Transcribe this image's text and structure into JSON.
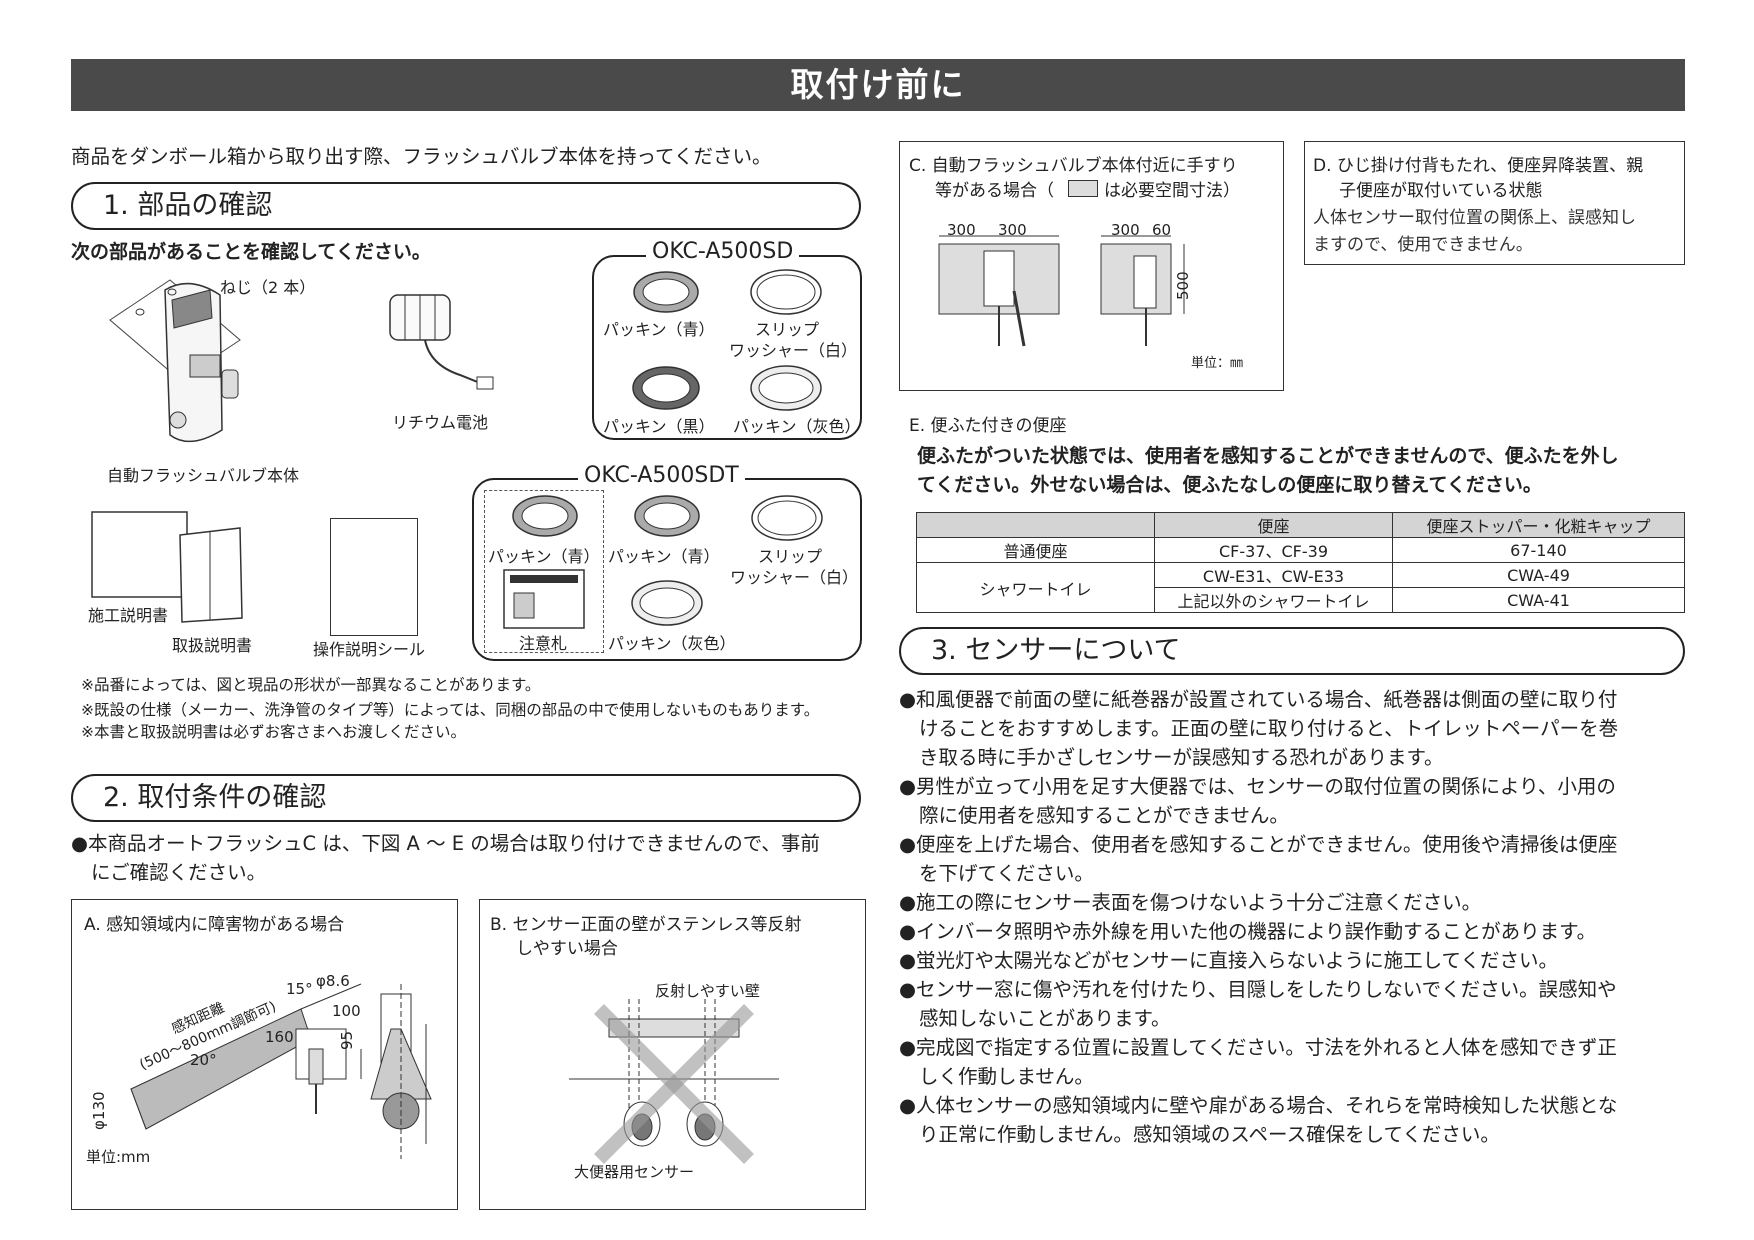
{
  "header": {
    "title": "取付け前に"
  },
  "intro": "商品をダンボール箱から取り出す際、フラッシュバルブ本体を持ってください。",
  "section1": {
    "title": "1. 部品の確認",
    "lead": "次の部品があることを確認してください。",
    "screws_label": "ねじ（2 本）",
    "body_label": "自動フラッシュバルブ本体",
    "battery_label": "リチウム電池",
    "manual1": "施工説明書",
    "manual2": "取扱説明書",
    "sticker": "操作説明シール",
    "box_sd": {
      "title": "OKC-A500SD",
      "p1": "パッキン（青）",
      "p2a": "スリップ",
      "p2b": "ワッシャー（白）",
      "p3": "パッキン（黒）",
      "p4": "パッキン（灰色）"
    },
    "box_sdt": {
      "title": "OKC-A500SDT",
      "p1": "パッキン（青）",
      "p2": "パッキン（青）",
      "p3a": "スリップ",
      "p3b": "ワッシャー（白）",
      "tag": "注意札",
      "p4": "パッキン（灰色）"
    },
    "notes": [
      "※品番によっては、図と現品の形状が一部異なることがあります。",
      "※既設の仕様（メーカー、洗浄管のタイプ等）によっては、同梱の部品の中で使用しないものもあります。",
      "※本書と取扱説明書は必ずお客さまへお渡しください。"
    ]
  },
  "section2": {
    "title": "2. 取付条件の確認",
    "lead1": "●本商品オートフラッシュC は、下図 A ～ E の場合は取り付けできませんので、事前",
    "lead2": "にご確認ください。",
    "boxA": {
      "title": "A. 感知領域内に障害物がある場合",
      "range": "感知距離",
      "range2": "(500～800mm調節可)",
      "a15": "15°",
      "phi86": "φ8.6",
      "d100": "100",
      "d160": "160",
      "a20": "20°",
      "d95": "95",
      "phi130": "φ130",
      "unit": "単位:mm"
    },
    "boxB": {
      "title1": "B. センサー正面の壁がステンレス等反射",
      "title2": "しやすい場合",
      "wall": "反射しやすい壁",
      "sensor": "大便器用センサー"
    },
    "boxC": {
      "title1": "C. 自動フラッシュバルブ本体付近に手すり",
      "title2a": "等がある場合（",
      "title2b": "は必要空間寸法）",
      "d1": "300",
      "d2": "300",
      "d3": "300",
      "d4": "60",
      "d5": "500",
      "unit": "単位：㎜"
    },
    "boxD": {
      "title1": "D. ひじ掛け付背もたれ、便座昇降装置、親",
      "title2": "子便座が取付いている状態",
      "body1": "人体センサー取付位置の関係上、誤感知し",
      "body2": "ますので、使用できません。"
    },
    "boxE": {
      "title": "E. 便ふた付きの便座",
      "body1": "便ふたがついた状態では、使用者を感知することができませんので、便ふたを外し",
      "body2": "てください。外せない場合は、便ふたなしの便座に取り替えてください。"
    },
    "table": {
      "headers": [
        "",
        "便座",
        "便座ストッパー・化粧キャップ"
      ],
      "r1": [
        "普通便座",
        "CF-37、CF-39",
        "67-140"
      ],
      "r2": [
        "シャワートイレ",
        "CW-E31、CW-E33",
        "CWA-49"
      ],
      "r3": [
        "上記以外のシャワートイレ",
        "CWA-41"
      ]
    }
  },
  "section3": {
    "title": "3. センサーについて",
    "bullets": [
      [
        "●和風便器で前面の壁に紙巻器が設置されている場合、紙巻器は側面の壁に取り付",
        "けることをおすすめします。正面の壁に取り付けると、トイレットペーパーを巻",
        "き取る時に手かざしセンサーが誤感知する恐れがあります。"
      ],
      [
        "●男性が立って小用を足す大便器では、センサーの取付位置の関係により、小用の",
        "際に使用者を感知することができません。"
      ],
      [
        "●便座を上げた場合、使用者を感知することができません。使用後や清掃後は便座",
        "を下げてください。"
      ],
      [
        "●施工の際にセンサー表面を傷つけないよう十分ご注意ください。"
      ],
      [
        "●インバータ照明や赤外線を用いた他の機器により誤作動することがあります。"
      ],
      [
        "●蛍光灯や太陽光などがセンサーに直接入らないように施工してください。"
      ],
      [
        "●センサー窓に傷や汚れを付けたり、目隠しをしたりしないでください。誤感知や",
        "感知しないことがあります。"
      ],
      [
        "●完成図で指定する位置に設置してください。寸法を外れると人体を感知できず正",
        "しく作動しません。"
      ],
      [
        "●人体センサーの感知領域内に壁や扉がある場合、それらを常時検知した状態とな",
        "り正常に作動しません。感知領域のスペース確保をしてください。"
      ]
    ]
  }
}
